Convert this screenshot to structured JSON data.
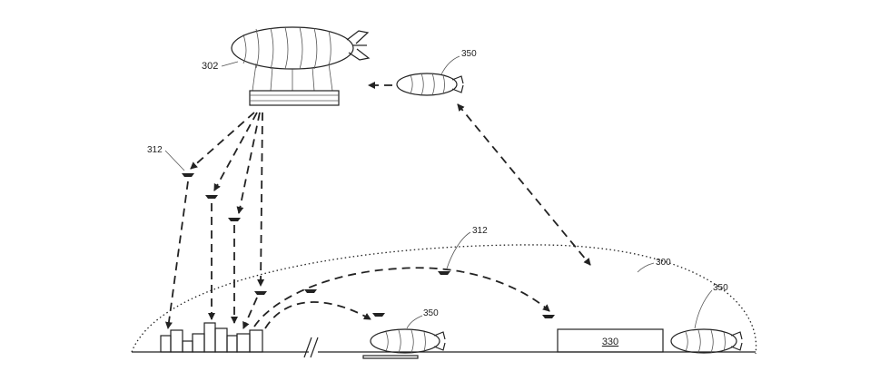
{
  "labels": {
    "airship": "302",
    "uav_upper_left": "312",
    "uav_dome": "312",
    "airship_small_top": "350",
    "airship_ground_center": "350",
    "airship_ground_right": "350",
    "dome": "300",
    "facility": "330"
  }
}
